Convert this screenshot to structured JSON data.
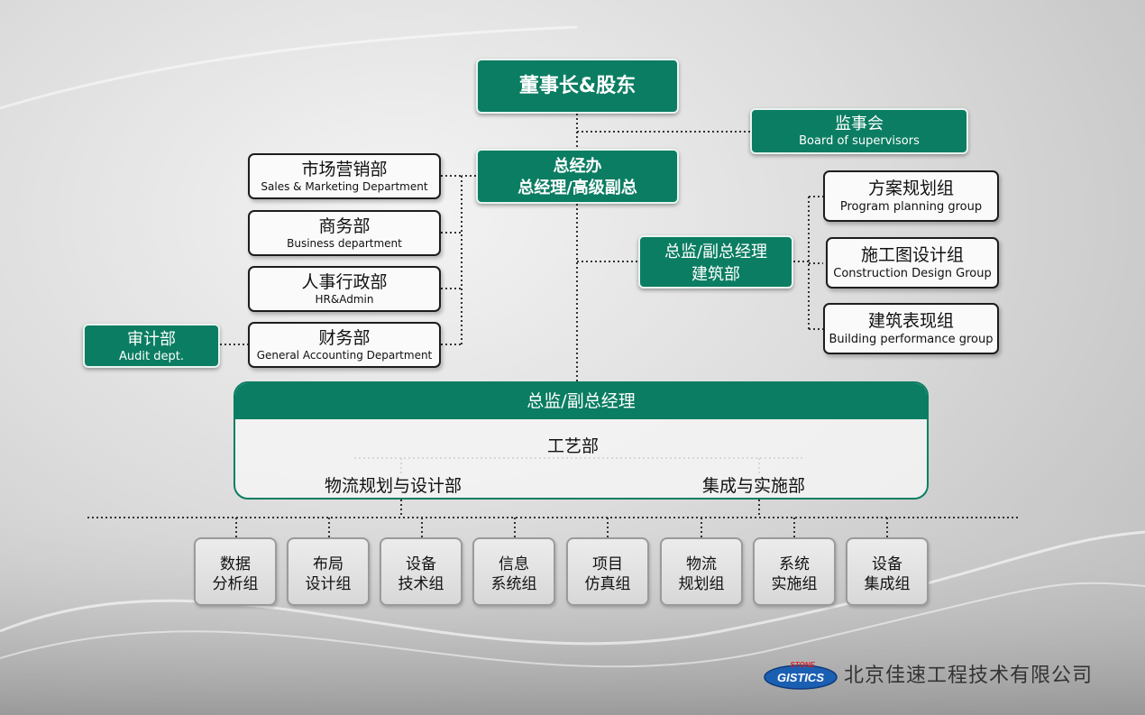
{
  "top": {
    "chairman": "董事长&股东"
  },
  "supervisors": {
    "zh": "监事会",
    "en": "Board of supervisors"
  },
  "gm": {
    "line1": "总经办",
    "line2": "总经理/高级副总"
  },
  "left_depts": [
    {
      "zh": "市场营销部",
      "en": "Sales & Marketing Department"
    },
    {
      "zh": "商务部",
      "en": "Business department"
    },
    {
      "zh": "人事行政部",
      "en": "HR&Admin"
    },
    {
      "zh": "财务部",
      "en": "General Accounting Department"
    }
  ],
  "audit": {
    "zh": "审计部",
    "en": "Audit dept."
  },
  "architecture": {
    "line1": "总监/副总经理",
    "line2": "建筑部"
  },
  "right_groups": [
    {
      "zh": "方案规划组",
      "en": "Program planning group"
    },
    {
      "zh": "施工图设计组",
      "en": "Construction Design Group"
    },
    {
      "zh": "建筑表现组",
      "en": "Building performance group"
    }
  ],
  "process": {
    "header": "总监/副总经理",
    "dept": "工艺部",
    "sub_left": "物流规划与设计部",
    "sub_right": "集成与实施部"
  },
  "groups": [
    {
      "line1": "数据",
      "line2": "分析组"
    },
    {
      "line1": "布局",
      "line2": "设计组"
    },
    {
      "line1": "设备",
      "line2": "技术组"
    },
    {
      "line1": "信息",
      "line2": "系统组"
    },
    {
      "line1": "项目",
      "line2": "仿真组"
    },
    {
      "line1": "物流",
      "line2": "规划组"
    },
    {
      "line1": "系统",
      "line2": "实施组"
    },
    {
      "line1": "设备",
      "line2": "集成组"
    }
  ],
  "footer": {
    "company": "北京佳速工程技术有限公司",
    "logo_top": "STONE",
    "logo_main": "GISTICS"
  },
  "colors": {
    "green": "#0b7d62",
    "line": "#333333"
  }
}
